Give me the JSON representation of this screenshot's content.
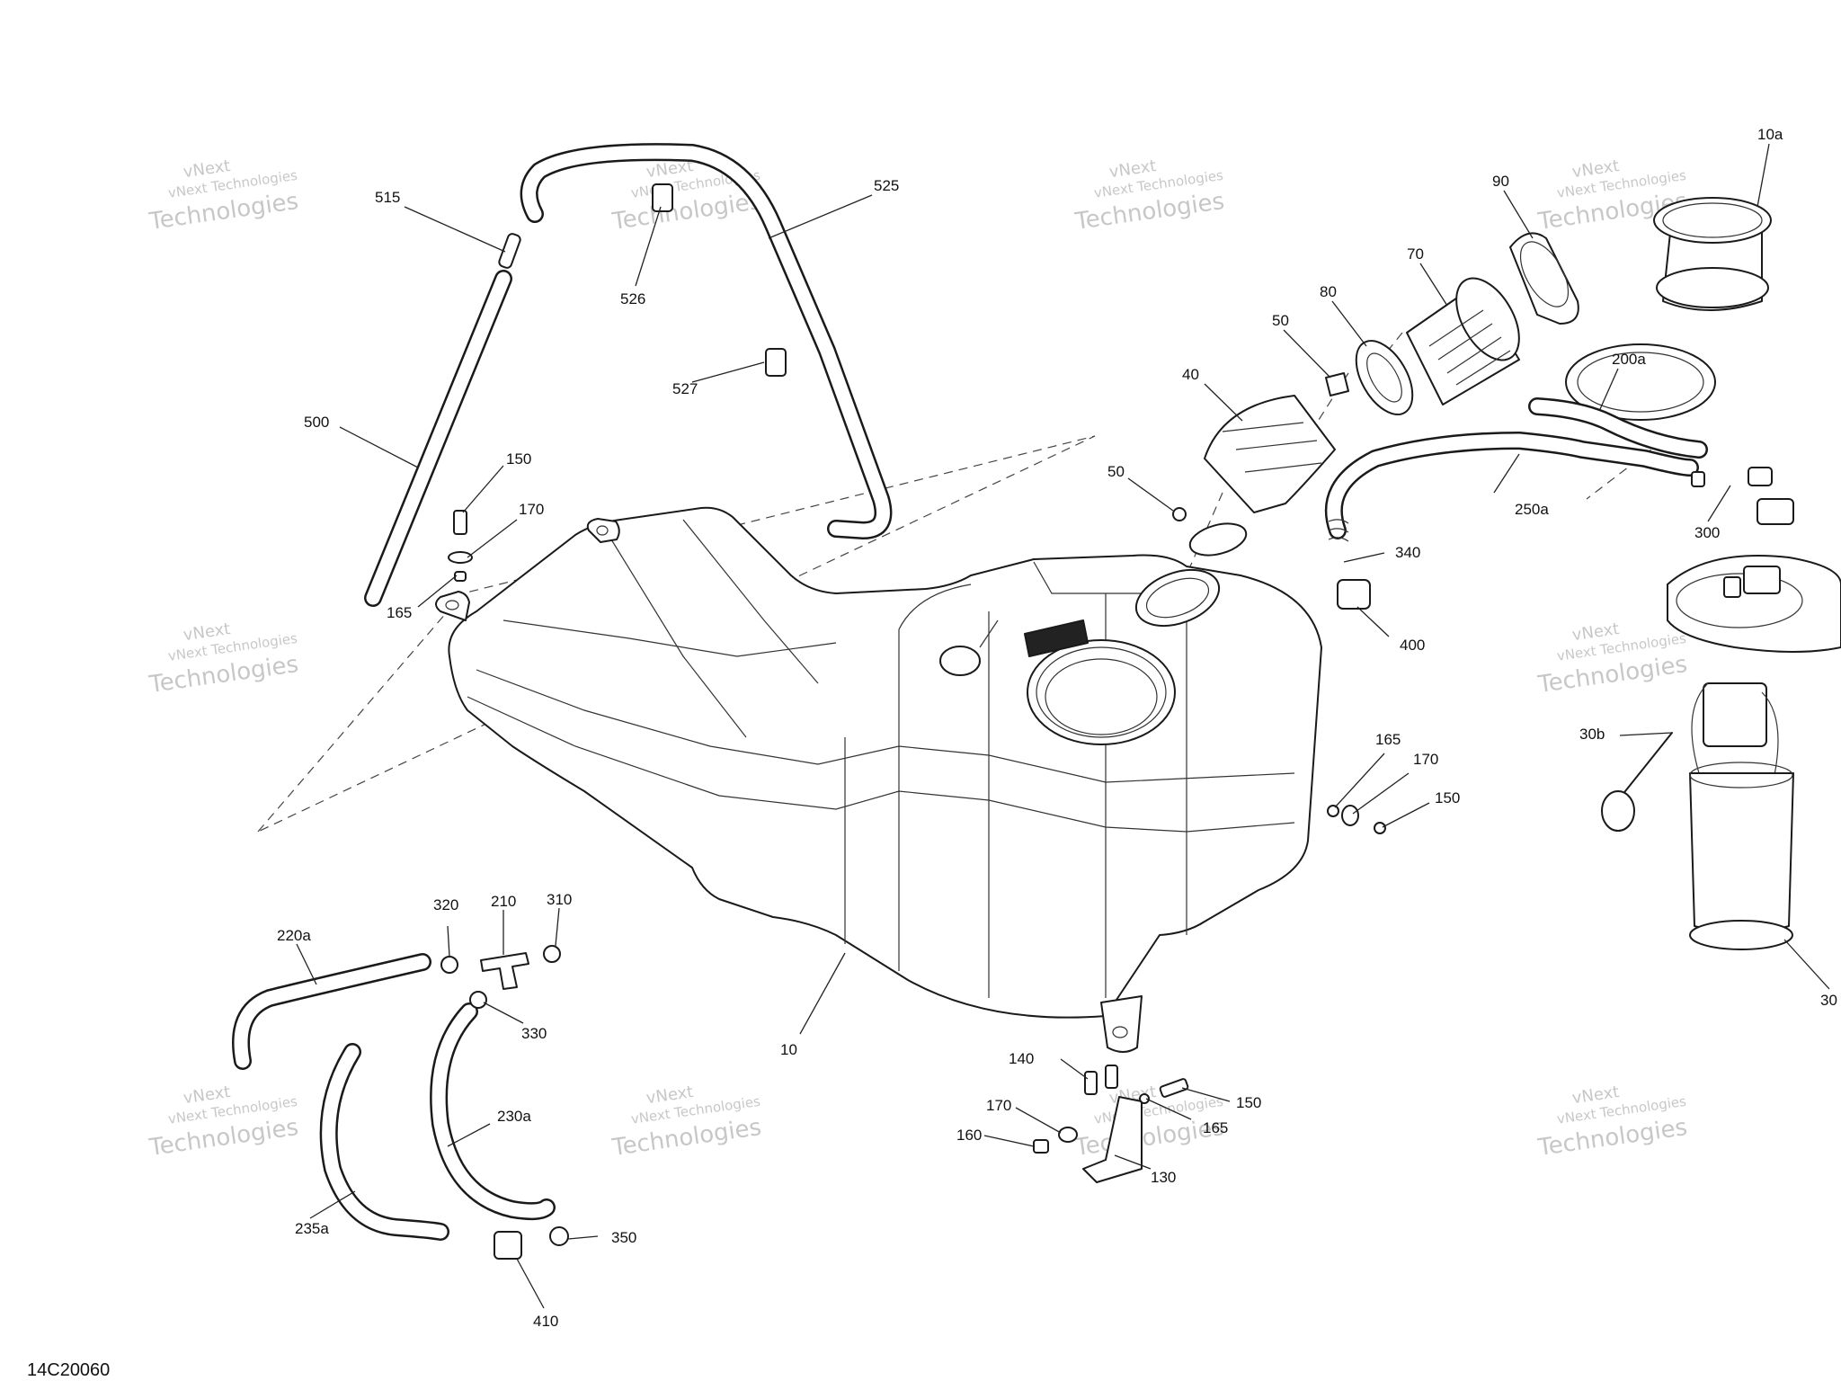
{
  "diagram": {
    "reference_id": "14C20060",
    "watermark": {
      "line1": "vNext",
      "line2": "vNext Technologies",
      "line3": "Technologies"
    },
    "callouts": [
      {
        "id": "c10a",
        "label": "10a"
      },
      {
        "id": "c90",
        "label": "90"
      },
      {
        "id": "c70",
        "label": "70"
      },
      {
        "id": "c80",
        "label": "80"
      },
      {
        "id": "c50a",
        "label": "50"
      },
      {
        "id": "c40",
        "label": "40"
      },
      {
        "id": "c50b",
        "label": "50"
      },
      {
        "id": "c200a",
        "label": "200a"
      },
      {
        "id": "c250a",
        "label": "250a"
      },
      {
        "id": "c340",
        "label": "340"
      },
      {
        "id": "c400",
        "label": "400"
      },
      {
        "id": "c300a",
        "label": "300"
      },
      {
        "id": "c30b",
        "label": "30b"
      },
      {
        "id": "c30",
        "label": "30"
      },
      {
        "id": "c515",
        "label": "515"
      },
      {
        "id": "c525",
        "label": "525"
      },
      {
        "id": "c526",
        "label": "526"
      },
      {
        "id": "c527",
        "label": "527"
      },
      {
        "id": "c500",
        "label": "500"
      },
      {
        "id": "c150a",
        "label": "150"
      },
      {
        "id": "c170a",
        "label": "170"
      },
      {
        "id": "c165a",
        "label": "165"
      },
      {
        "id": "c165b",
        "label": "165"
      },
      {
        "id": "c170b",
        "label": "170"
      },
      {
        "id": "c150b",
        "label": "150"
      },
      {
        "id": "c320",
        "label": "320"
      },
      {
        "id": "c210",
        "label": "210"
      },
      {
        "id": "c310",
        "label": "310"
      },
      {
        "id": "c220a",
        "label": "220a"
      },
      {
        "id": "c330",
        "label": "330"
      },
      {
        "id": "c230a",
        "label": "230a"
      },
      {
        "id": "c235a",
        "label": "235a"
      },
      {
        "id": "c350",
        "label": "350"
      },
      {
        "id": "c410",
        "label": "410"
      },
      {
        "id": "c10",
        "label": "10"
      },
      {
        "id": "c140",
        "label": "140"
      },
      {
        "id": "c150c",
        "label": "150"
      },
      {
        "id": "c170c",
        "label": "170"
      },
      {
        "id": "c165c",
        "label": "165"
      },
      {
        "id": "c160",
        "label": "160"
      },
      {
        "id": "c130",
        "label": "130"
      }
    ]
  }
}
